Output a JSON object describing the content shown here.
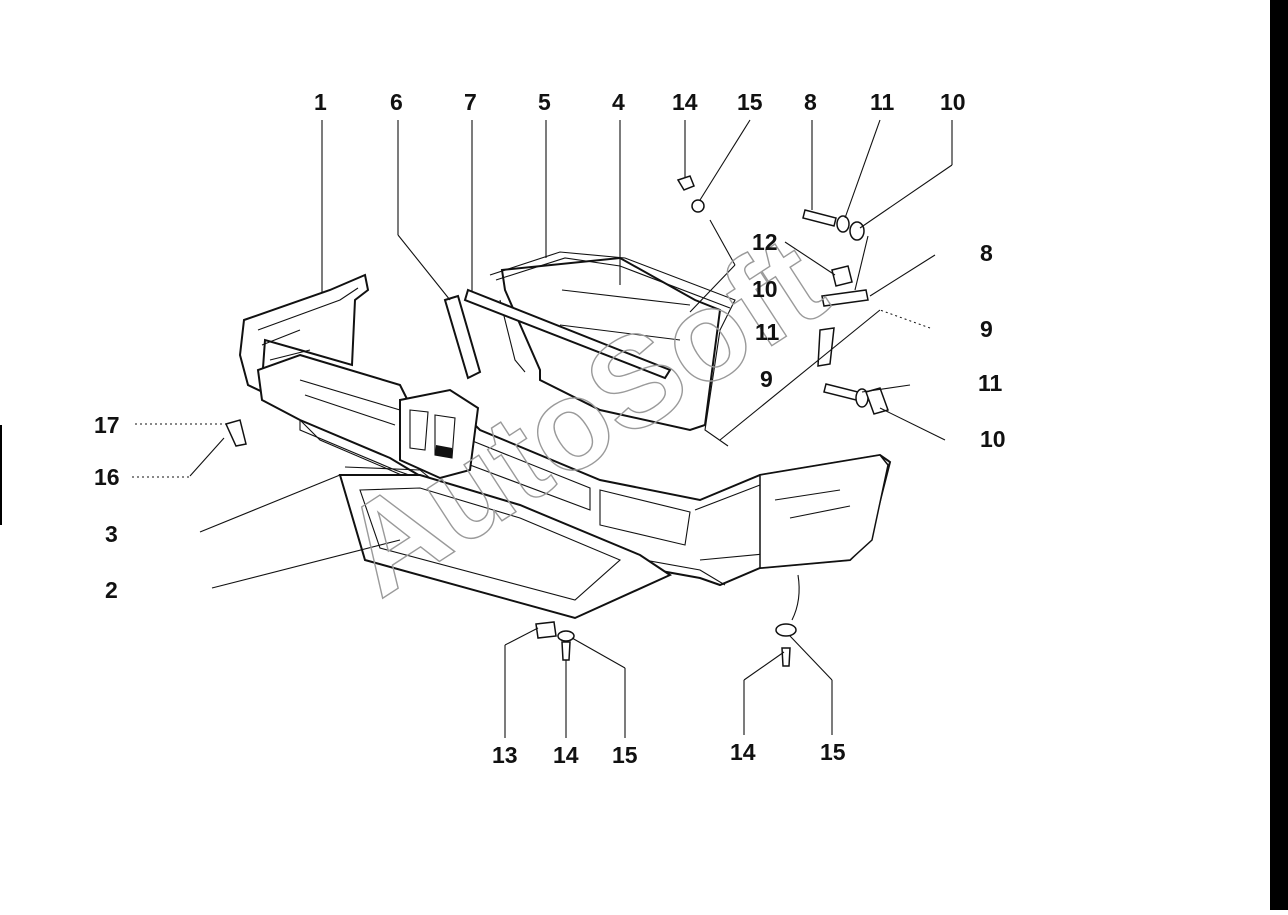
{
  "watermark": "AutoSoft",
  "callouts": {
    "c1": "1",
    "c6": "6",
    "c7": "7",
    "c5": "5",
    "c4": "4",
    "c14a": "14",
    "c15a": "15",
    "c8a": "8",
    "c11a": "11",
    "c10a": "10",
    "c12": "12",
    "c8b": "8",
    "c10b": "10",
    "c11b": "11",
    "c9a": "9",
    "c9b": "9",
    "c11c": "11",
    "c10c": "10",
    "c17": "17",
    "c16": "16",
    "c3": "3",
    "c2": "2",
    "c13": "13",
    "c14b": "14",
    "c15b": "15",
    "c14c": "14",
    "c15c": "15"
  },
  "colors": {
    "line": "#111111",
    "watermark": "#9a9a9a",
    "background": "#ffffff"
  }
}
